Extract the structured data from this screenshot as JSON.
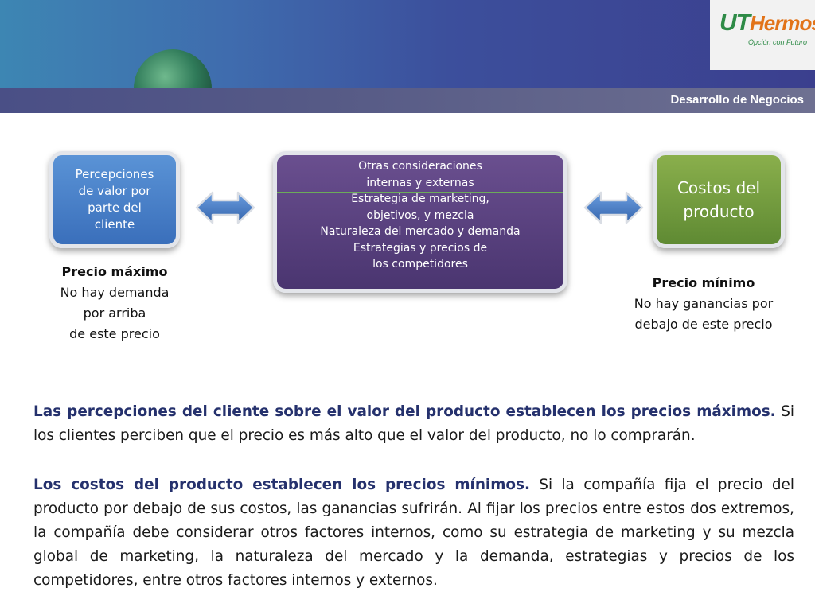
{
  "header": {
    "logo_ut": "UT",
    "logo_name": "Hermosillo",
    "logo_tagline": "Opción con Futuro",
    "section_title": "Desarrollo de Negocios",
    "colors": {
      "banner_start": "#3d86b3",
      "banner_end": "#3b3f8e",
      "logo_green": "#2e8b47",
      "logo_orange": "#e27319"
    }
  },
  "diagram": {
    "left_box": {
      "lines": [
        "Percepciones",
        "de valor por",
        "parte del",
        "cliente"
      ],
      "color": "#3a6fbb"
    },
    "center_box": {
      "lines": [
        "Otras consideraciones",
        "internas y externas",
        "Estrategia de marketing,",
        "objetivos, y mezcla",
        "Naturaleza del mercado y demanda",
        "Estrategias y precios de",
        "los competidores"
      ],
      "color": "#4a3570"
    },
    "right_box": {
      "lines": [
        "Costos del",
        "producto"
      ],
      "color": "#5f8a33"
    },
    "arrows": [
      "double-arrow-icon",
      "double-arrow-icon"
    ],
    "left_caption": {
      "title": "Precio máximo",
      "lines": [
        "No hay demanda",
        "por arriba",
        "de este precio"
      ]
    },
    "right_caption": {
      "title": "Precio mínimo",
      "lines": [
        "No hay ganancias por",
        "debajo de este precio"
      ]
    }
  },
  "body": {
    "paragraph_1": {
      "lead": "Las percepciones del cliente sobre el valor del producto establecen los precios máximos.",
      "rest": " Si los clientes perciben que el precio es más alto que el valor del producto, no lo comprarán."
    },
    "paragraph_2": {
      "lead": "Los costos del producto establecen los precios mínimos.",
      "rest": " Si la compañía fija el precio del producto por debajo de sus costos, las ganancias sufrirán. Al fijar los precios entre estos dos extremos, la compañía debe considerar otros factores internos, como su estrategia de marketing y su mezcla global de marketing, la naturaleza del mercado y la demanda, estrategias y precios de los competidores, entre otros factores internos y externos."
    },
    "lead_color": "#25316d"
  }
}
